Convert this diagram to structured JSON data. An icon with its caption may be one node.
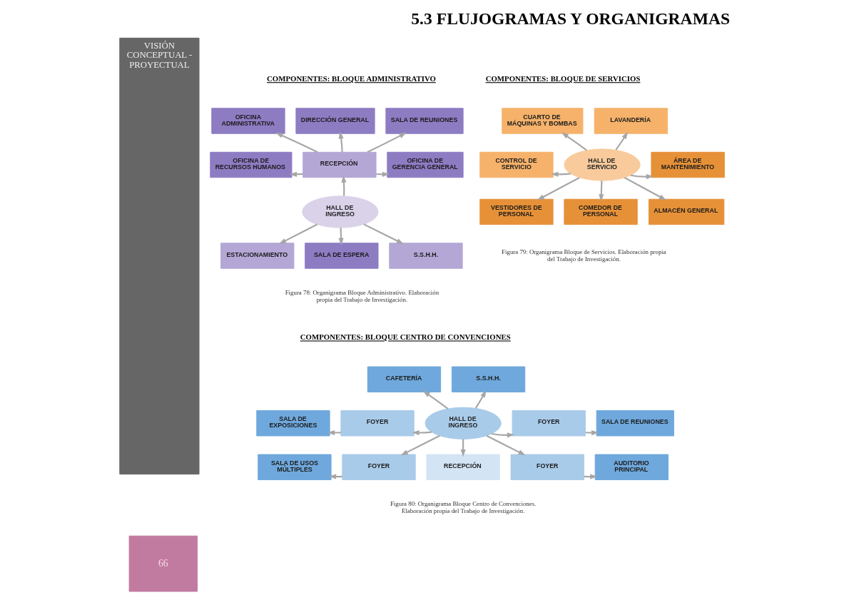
{
  "diagram": {
    "title": "5.3 FLUJOGRAMAS Y ORGANIGRAMAS",
    "nodes": [
      {
        "text": [
          "VISIÓN CONCEPTUAL - PROYECTUAL"
        ]
      },
      {
        "text": [
          "OFICINA ADMINISTRATIVA"
        ]
      },
      {
        "text": [
          "DIRECCIÓN GENERAL"
        ]
      },
      {
        "text": [
          "SALA DE REUNIONES"
        ]
      },
      {
        "text": [
          "OFICINA DE RECURSOS HUMANOS"
        ]
      },
      {
        "text": [
          "RECEPCIÓN"
        ]
      },
      {
        "text": [
          "OFICINA DE GERENCIA GENERAL"
        ]
      },
      {
        "text": [
          "HALL DE INGRESO"
        ]
      },
      {
        "text": [
          "ESTACIONAMIENTO"
        ]
      },
      {
        "text": [
          "S.S.H.H."
        ]
      },
      {
        "text": [
          "SALA DE ESPERA"
        ]
      },
      {
        "text": [
          "CUARTO DE MÁQUINAS Y BOMBAS"
        ]
      },
      {
        "text": [
          "LAVANDERÍA"
        ]
      },
      {
        "text": [
          "CONTROL DE SERVICIO"
        ]
      },
      {
        "text": [
          "HALL DE SERVICIO"
        ]
      },
      {
        "text": [
          "ÁREA DE MANTENIMIENTO"
        ]
      },
      {
        "text": [
          "VESTIDORES DE PERSONAL"
        ]
      },
      {
        "text": [
          "COMEDOR DE PERSONAL"
        ]
      },
      {
        "text": [
          "ALMACÉN GENERAL"
        ]
      },
      {
        "text": [
          "CAFETERÍA"
        ]
      },
      {
        "text": [
          "S.S.H.H."
        ]
      },
      {
        "text": [
          "SALA DE EXPOSICIONES"
        ]
      },
      {
        "text": [
          "FOYER"
        ]
      },
      {
        "text": [
          "FOYER"
        ]
      },
      {
        "text": [
          "SALA DE REUNIONES"
        ]
      },
      {
        "text": [
          "HALL DE INGRESO"
        ]
      },
      {
        "text": [
          "SALA DE USOS MÚLTIPLES"
        ]
      },
      {
        "text": [
          "FOYER"
        ]
      },
      {
        "text": [
          "FOYER"
        ]
      },
      {
        "text": [
          "AUDITORIO PRINCIPAL"
        ]
      },
      {
        "text": [
          "RECEPCIÓN"
        ]
      },
      {
        "text": [
          "66"
        ]
      }
    ],
    "edges": [
      {
        "from": 7,
        "to": 5,
        "arrow": "to"
      },
      {
        "from": 5,
        "to": 1,
        "arrow": "to"
      },
      {
        "from": 5,
        "to": 2,
        "arrow": "to"
      },
      {
        "from": 5,
        "to": 3,
        "arrow": "to"
      },
      {
        "from": 5,
        "to": 4,
        "arrow": "to"
      },
      {
        "from": 5,
        "to": 6,
        "arrow": "to"
      },
      {
        "from": 7,
        "to": 8,
        "arrow": "to"
      },
      {
        "from": 7,
        "to": 10,
        "arrow": "to"
      },
      {
        "from": 7,
        "to": 9,
        "arrow": "to"
      },
      {
        "from": 14,
        "to": 11,
        "arrow": "to"
      },
      {
        "from": 14,
        "to": 12,
        "arrow": "to"
      },
      {
        "from": 14,
        "to": 13,
        "arrow": "to"
      },
      {
        "from": 14,
        "to": 15,
        "arrow": "to"
      },
      {
        "from": 14,
        "to": 16,
        "arrow": "to"
      },
      {
        "from": 14,
        "to": 17,
        "arrow": "to"
      },
      {
        "from": 14,
        "to": 18,
        "arrow": "to"
      },
      {
        "from": 25,
        "to": 19,
        "arrow": "to"
      },
      {
        "from": 25,
        "to": 20,
        "arrow": "to"
      },
      {
        "from": 25,
        "to": 22,
        "arrow": "to"
      },
      {
        "from": 25,
        "to": 27,
        "arrow": "to"
      },
      {
        "from": 25,
        "to": 23,
        "arrow": "to"
      },
      {
        "from": 25,
        "to": 28,
        "arrow": "to"
      },
      {
        "from": 22,
        "to": 21,
        "arrow": "to"
      },
      {
        "from": 27,
        "to": 26,
        "arrow": "to"
      },
      {
        "from": 23,
        "to": 24,
        "arrow": "to"
      },
      {
        "from": 28,
        "to": 29,
        "arrow": "to"
      },
      {
        "from": 25,
        "to": 30,
        "arrow": "to"
      }
    ],
    "labels": [
      "COMPONENTES: BLOQUE ADMINISTRATIVO",
      "COMPONENTES: BLOQUE DE SERVICIOS",
      "Figura 78: Organigrama Bloque Administrativo. Elaboración propia del Trabajo de Investigación.",
      "Figura 79: Organigrama Bloque de Servicios. Elaboración propia del Trabajo de Investigación.",
      "COMPONENTES: BLOQUE CENTRO DE CONVENCIONES",
      "Figura 80: Organigrama Bloque Centro de Convenciones. Elaboración propia del Trabajo de Investigación."
    ]
  }
}
